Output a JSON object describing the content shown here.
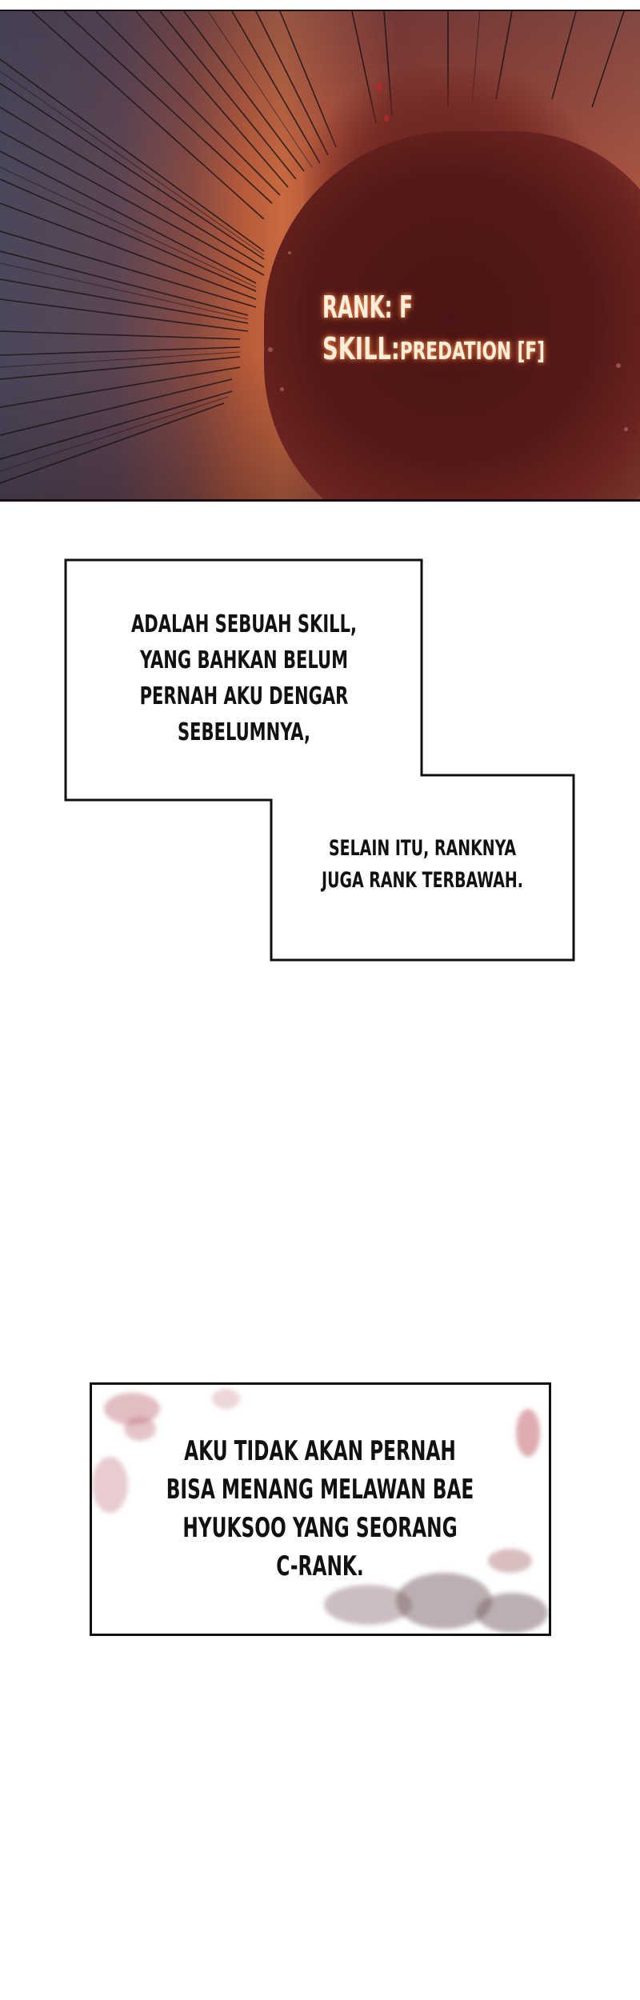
{
  "panel_top": {
    "system_window": {
      "rank_line": "RANK: F",
      "skill_label": "SKILL:",
      "skill_value": "PREDATION [F]"
    },
    "colors": {
      "left": "#4a475a",
      "mid": "#c8693f",
      "blob": "#541a18",
      "glow_text": "#fbefdc"
    }
  },
  "narration_1": {
    "lines": [
      "ADALAH SEBUAH SKILL,",
      "YANG BAHKAN BELUM",
      "PERNAH AKU DENGAR",
      "SEBELUMNYA,"
    ]
  },
  "narration_2": {
    "lines": [
      "SELAIN ITU, RANKNYA",
      "JUGA RANK TERBAWAH."
    ]
  },
  "narration_3": {
    "lines": [
      "AKU TIDAK AKAN PERNAH",
      "BISA MENANG MELAWAN BAE",
      "HYUKSOO YANG SEORANG",
      "C-RANK."
    ]
  }
}
